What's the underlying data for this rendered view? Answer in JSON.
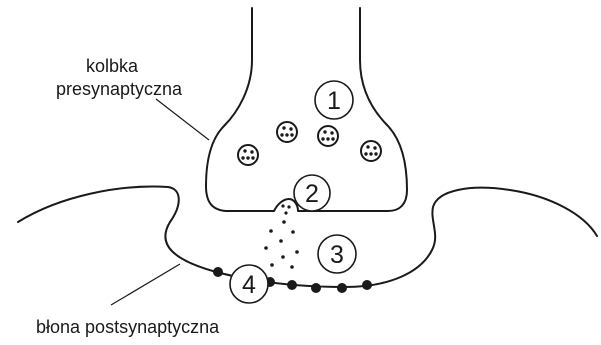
{
  "labels": {
    "presynaptic_line1": "kolbka",
    "presynaptic_line2": "presynaptyczna",
    "postsynaptic": "błona postsynaptyczna"
  },
  "markers": [
    "1",
    "2",
    "3",
    "4"
  ]
}
